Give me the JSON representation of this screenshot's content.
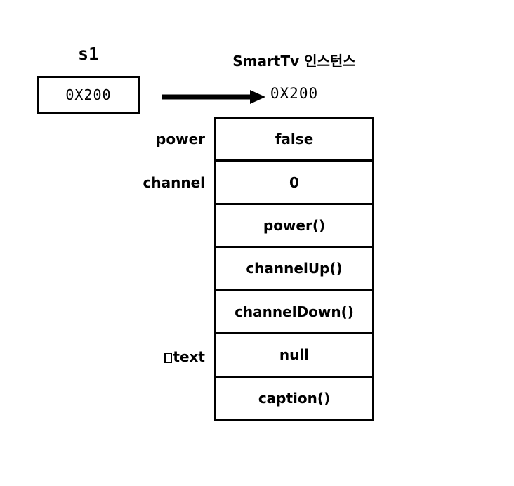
{
  "diagram": {
    "type": "object-reference-memory-diagram",
    "background_color": "#ffffff",
    "line_color": "#000000",
    "reference": {
      "name": "s1",
      "value": "0X200"
    },
    "arrow": {
      "icon": "right-arrow-icon",
      "from": "s1",
      "to": "SmartTv instance"
    },
    "instance": {
      "title": "SmartTv 인스턴스",
      "address": "0X200",
      "rows": [
        {
          "label": "power",
          "value": "false",
          "kind": "field"
        },
        {
          "label": "channel",
          "value": "0",
          "kind": "field"
        },
        {
          "label": "",
          "value": "power()",
          "kind": "method"
        },
        {
          "label": "",
          "value": "channelUp()",
          "kind": "method"
        },
        {
          "label": "",
          "value": "channelDown()",
          "kind": "method"
        },
        {
          "label": "text",
          "value": "null",
          "kind": "field",
          "label_prefix_tofu": true
        },
        {
          "label": "",
          "value": "caption()",
          "kind": "method"
        }
      ]
    }
  }
}
